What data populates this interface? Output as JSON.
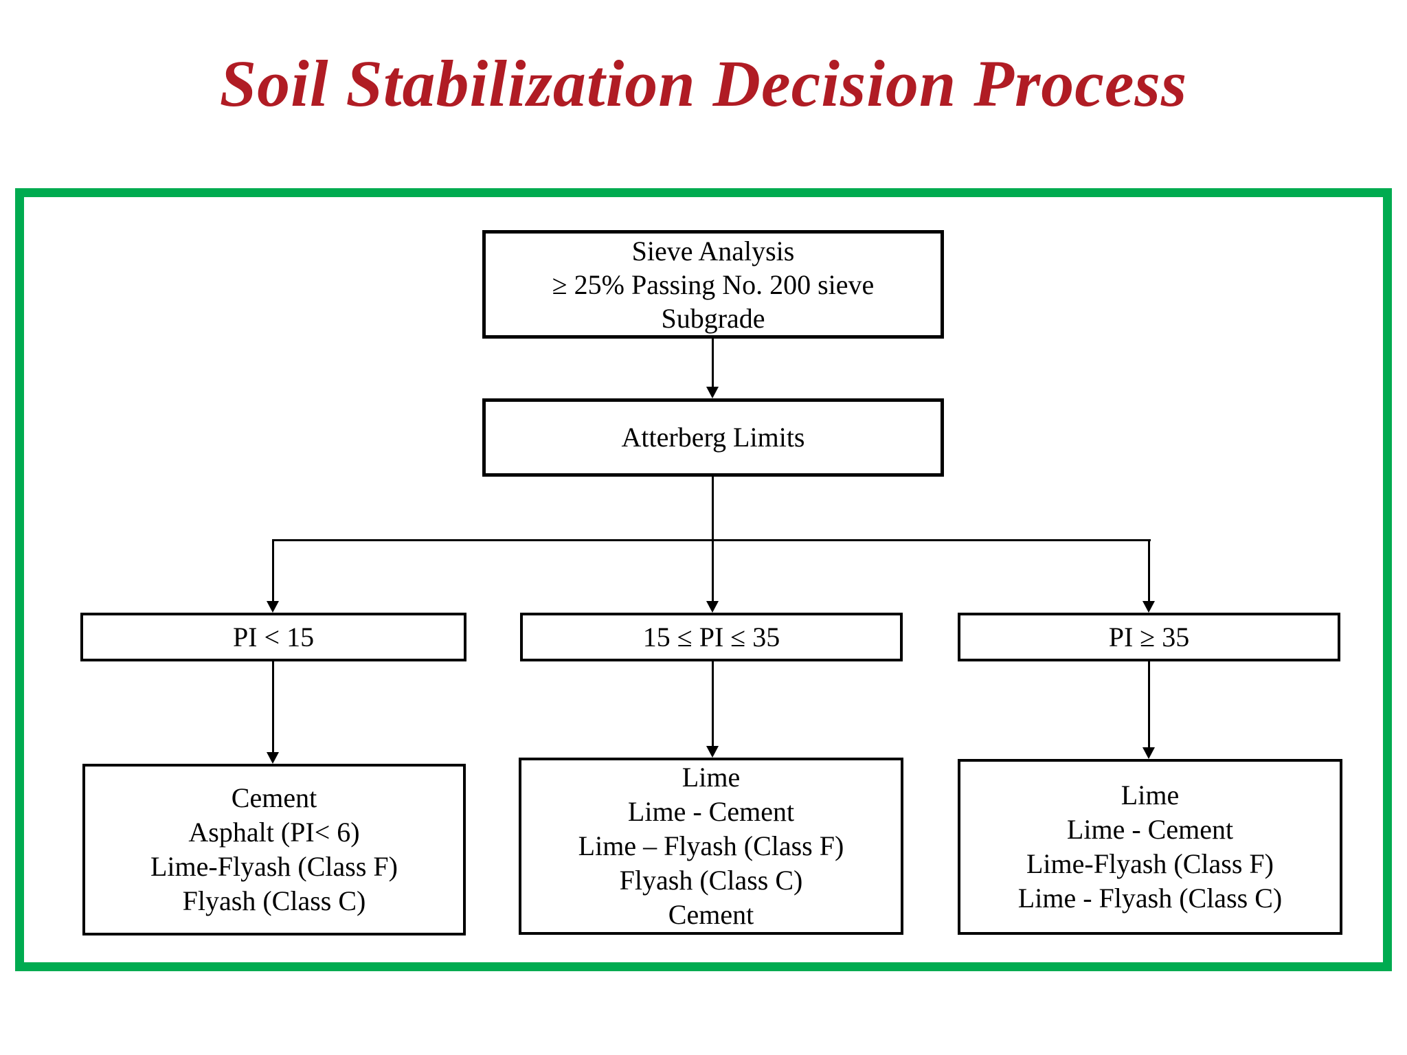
{
  "title": "Soil Stabilization Decision Process",
  "colors": {
    "title_red": "#b01c24",
    "frame_green": "#00ab50",
    "line_black": "#000000"
  },
  "flowchart": {
    "sieve": {
      "line1": "Sieve Analysis",
      "line2": "≥ 25% Passing No. 200 sieve",
      "line3": "Subgrade"
    },
    "atterberg": {
      "label": "Atterberg Limits"
    },
    "branches": [
      {
        "condition": "PI < 15",
        "treatments": [
          "Cement",
          "Asphalt (PI< 6)",
          "Lime-Flyash (Class F)",
          "Flyash (Class C)"
        ]
      },
      {
        "condition": "15 ≤ PI ≤ 35",
        "treatments": [
          "Lime",
          "Lime - Cement",
          "Lime – Flyash (Class F)",
          "Flyash (Class C)",
          "Cement"
        ]
      },
      {
        "condition": "PI ≥ 35",
        "treatments": [
          "Lime",
          "Lime - Cement",
          "Lime-Flyash (Class F)",
          "Lime - Flyash (Class C)"
        ]
      }
    ]
  }
}
